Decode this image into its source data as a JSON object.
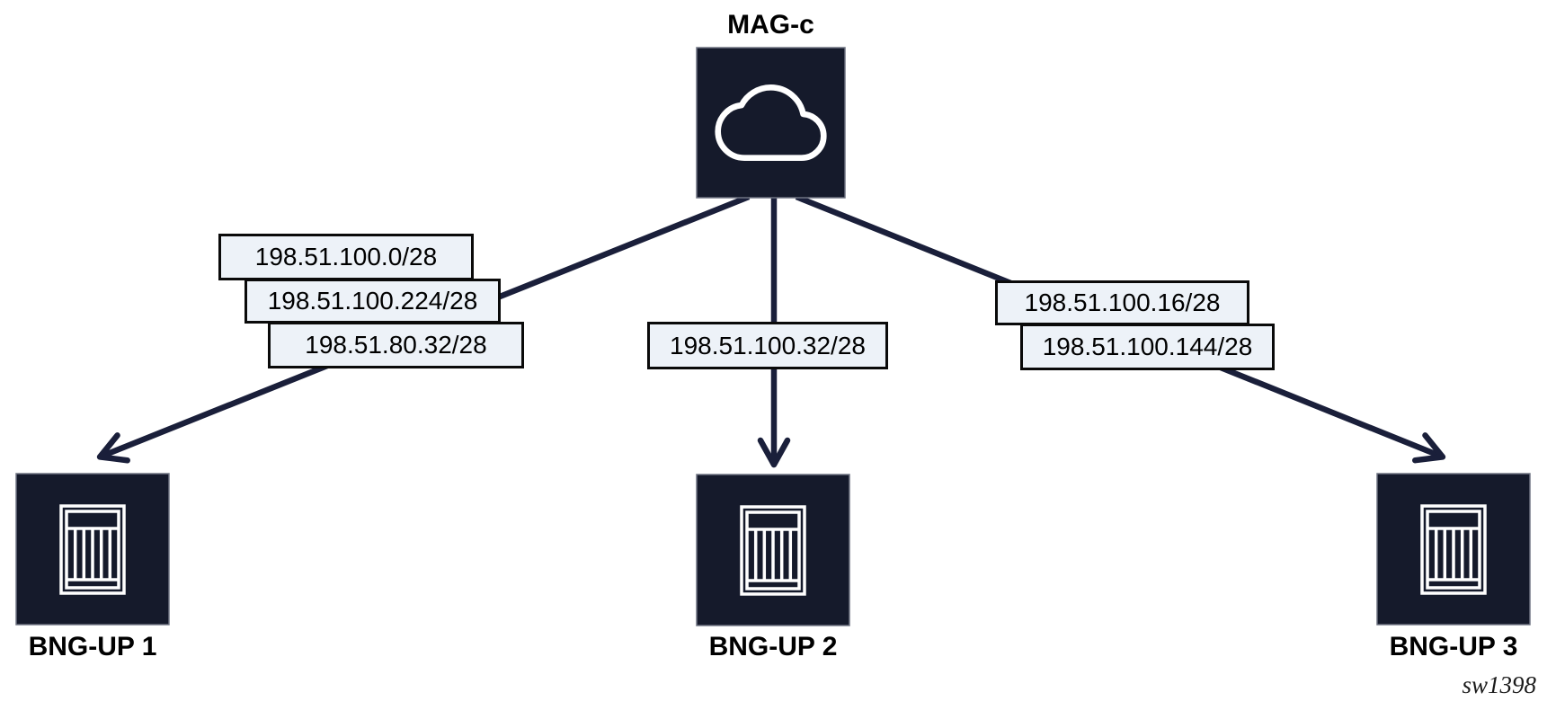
{
  "diagram_type": "network-topology",
  "colors": {
    "node_fill": "#151A2B",
    "node_border": "#6E7382",
    "link_line": "#1A1F3A",
    "label_fill": "#EDF2F8",
    "label_border": "#0A0A0A",
    "icon_stroke": "#FFFFFF",
    "text": "#000000"
  },
  "nodes": {
    "magc": {
      "label": "MAG-c",
      "icon": "cloud-icon"
    },
    "bngup1": {
      "label": "BNG-UP 1",
      "icon": "chassis-icon"
    },
    "bngup2": {
      "label": "BNG-UP 2",
      "icon": "chassis-icon"
    },
    "bngup3": {
      "label": "BNG-UP 3",
      "icon": "chassis-icon"
    }
  },
  "links": {
    "left": {
      "from": "MAG-c",
      "to": "BNG-UP 1",
      "labels": [
        "198.51.100.0/28",
        "198.51.100.224/28",
        "198.51.80.32/28"
      ]
    },
    "middle": {
      "from": "MAG-c",
      "to": "BNG-UP 2",
      "labels": [
        "198.51.100.32/28"
      ]
    },
    "right": {
      "from": "MAG-c",
      "to": "BNG-UP 3",
      "labels": [
        "198.51.100.16/28",
        "198.51.100.144/28"
      ]
    }
  },
  "watermark": "sw1398"
}
